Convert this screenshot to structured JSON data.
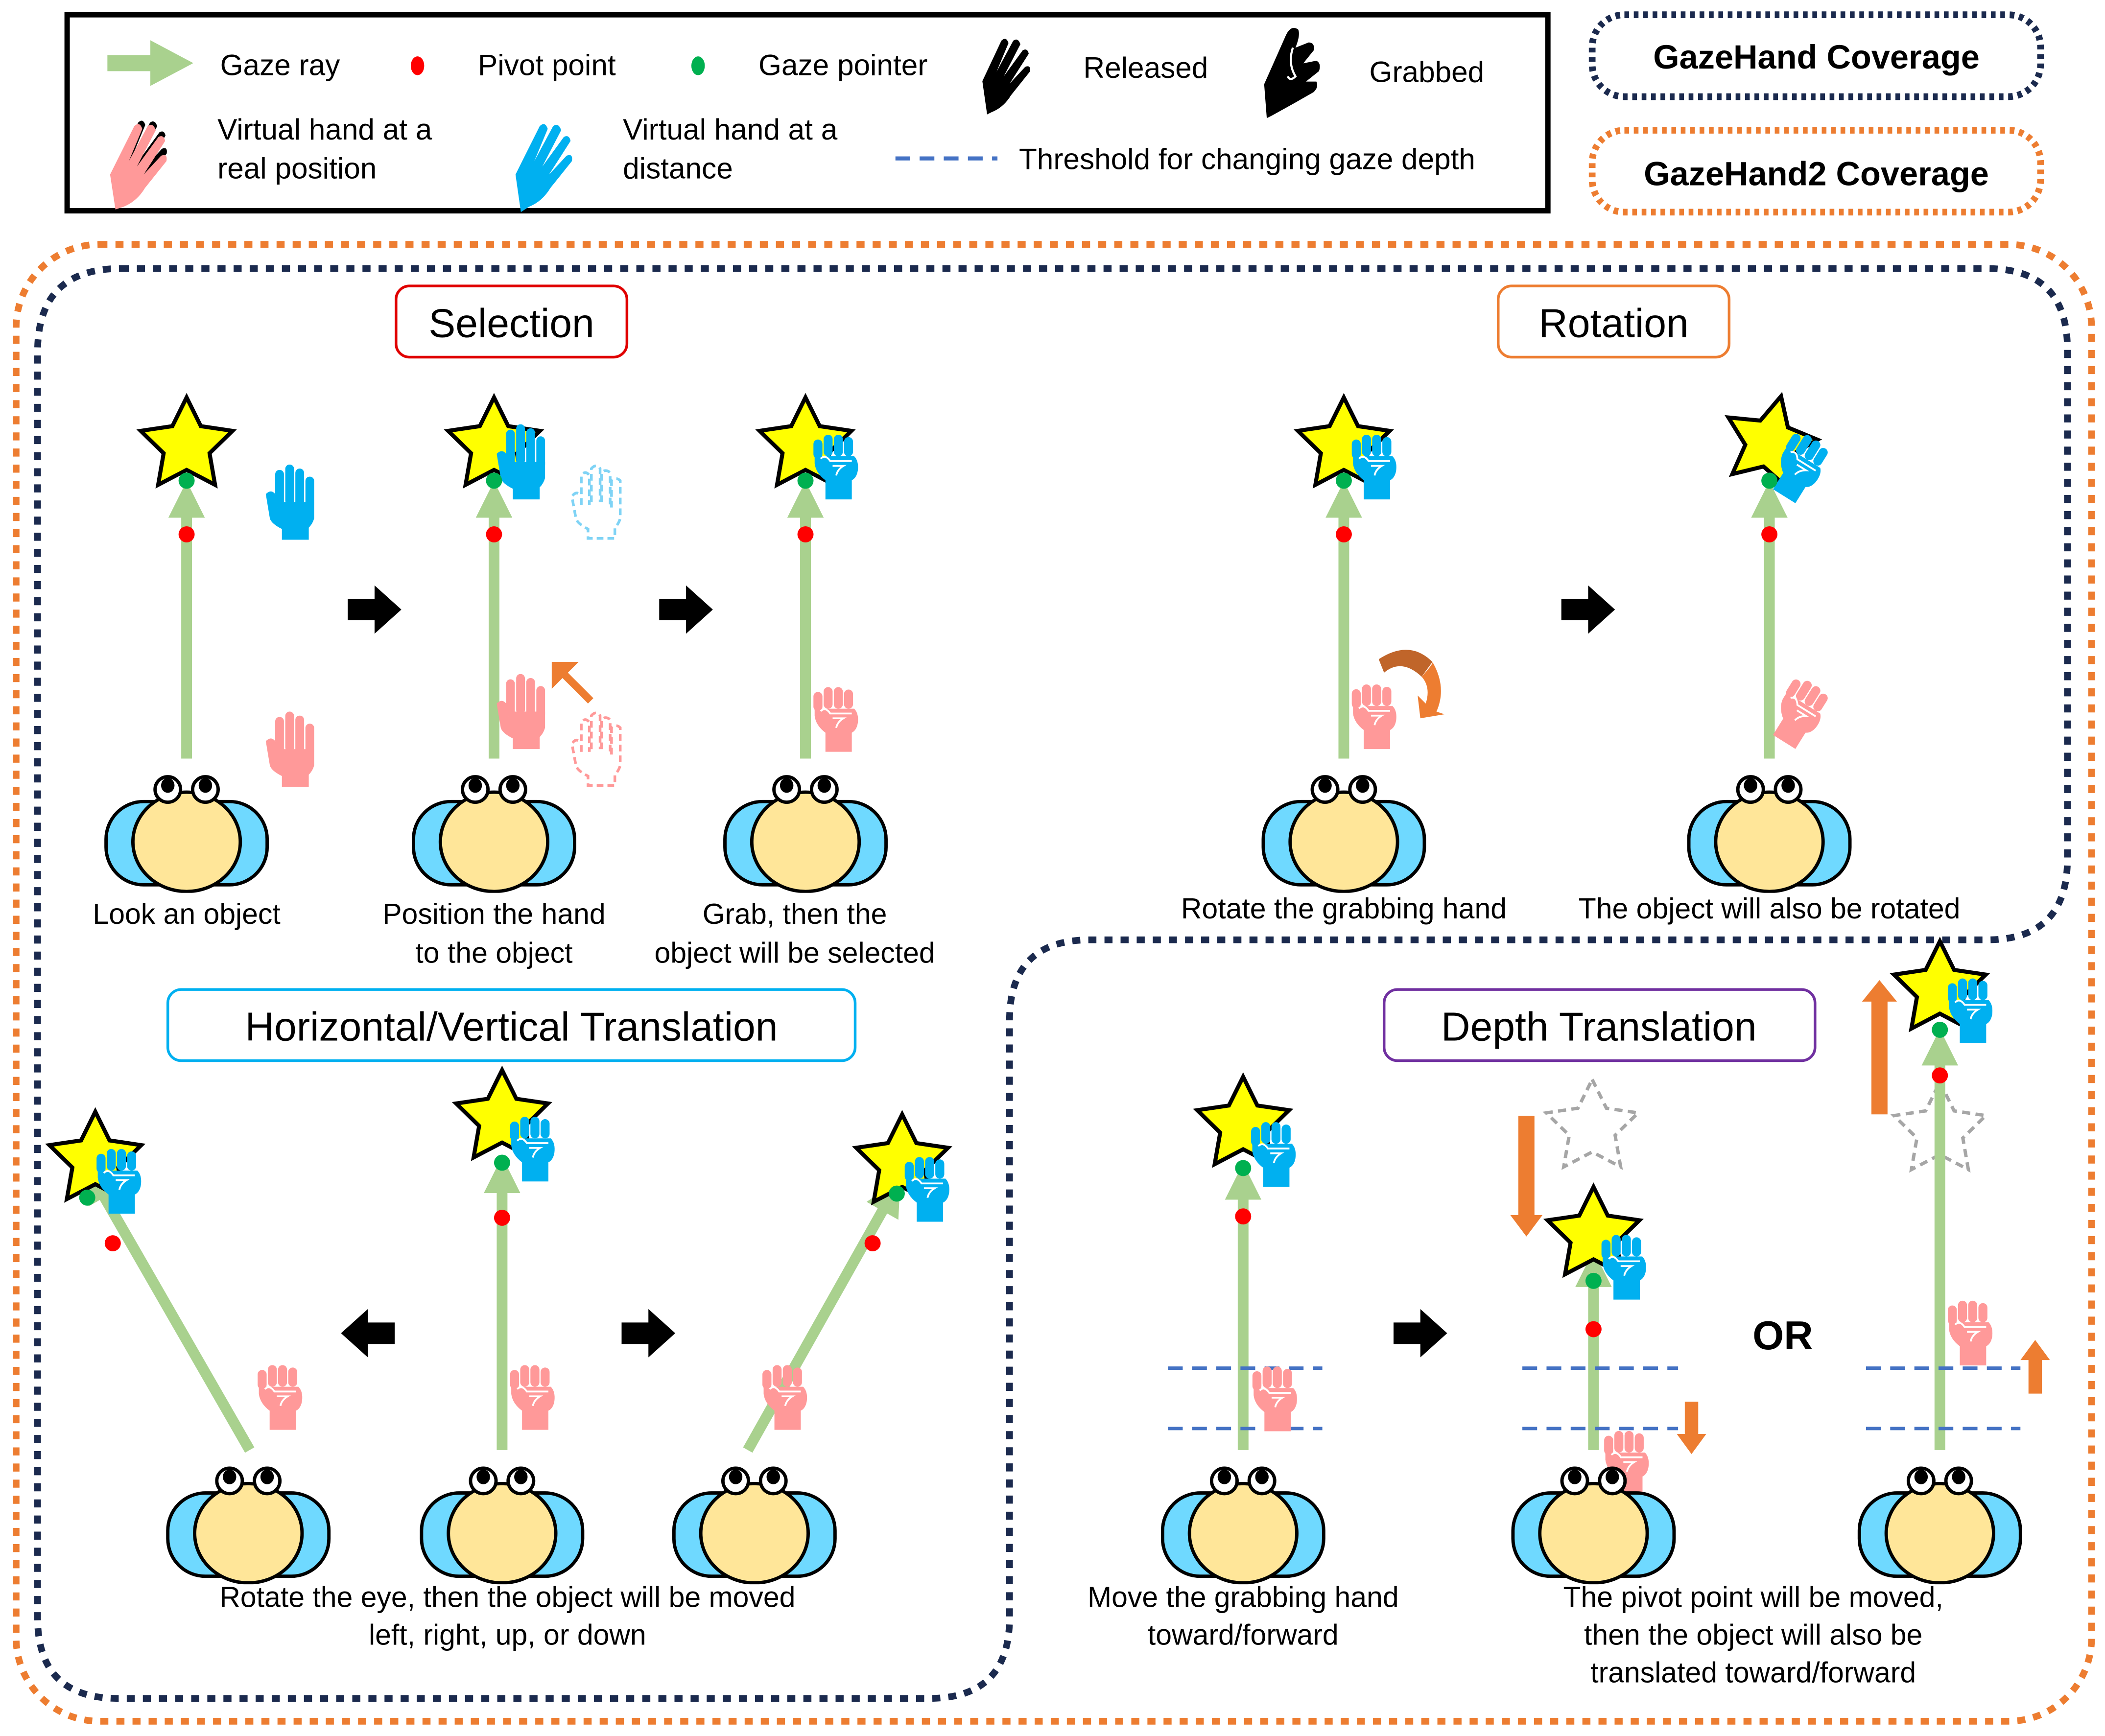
{
  "legend": {
    "gaze_ray": "Gaze ray",
    "pivot_point": "Pivot point",
    "gaze_pointer": "Gaze pointer",
    "released": "Released",
    "grabbed": "Grabbed",
    "hand_real_line1": "Virtual hand at a",
    "hand_real_line2": "real position",
    "hand_distance_line1": "Virtual hand at a",
    "hand_distance_line2": "distance",
    "threshold": "Threshold for changing gaze depth"
  },
  "coverage": {
    "gazehand": "GazeHand Coverage",
    "gazehand2": "GazeHand2 Coverage"
  },
  "sections": {
    "selection": {
      "title": "Selection",
      "steps": [
        {
          "lines": [
            "Look an object"
          ]
        },
        {
          "lines": [
            "Position the hand",
            "to the object"
          ]
        },
        {
          "lines": [
            "Grab, then the",
            "object will be selected"
          ]
        }
      ]
    },
    "rotation": {
      "title": "Rotation",
      "steps": [
        {
          "lines": [
            "Rotate the grabbing hand"
          ]
        },
        {
          "lines": [
            "The object will also be rotated"
          ]
        }
      ]
    },
    "hv_translation": {
      "title": "Horizontal/Vertical Translation",
      "caption": [
        "Rotate the eye, then the object will be moved",
        "left, right, up, or down"
      ]
    },
    "depth_translation": {
      "title": "Depth Translation",
      "or_label": "OR",
      "captions": [
        {
          "lines": [
            "Move the grabbing hand",
            "toward/forward"
          ]
        },
        {
          "lines": [
            "The pivot point will be moved,",
            "then the object will also be",
            "translated toward/forward"
          ]
        }
      ]
    }
  },
  "colors": {
    "gaze_ray": "#A9D18E",
    "pivot_point": "#FF0000",
    "gaze_pointer": "#00B050",
    "hand_real": "#FF9999",
    "hand_distance": "#00B0F0",
    "threshold": "#4472C4",
    "gazehand_frame": "#1B2A4E",
    "gazehand2_frame": "#ED7D31",
    "selection_border": "#E00000",
    "rotation_border": "#ED7D31",
    "hv_border": "#00B0F0",
    "depth_border": "#7030A0",
    "star": "#FFFF00",
    "head": "#FFE699",
    "ear": "#6FD9FF",
    "motion_arrow": "#ED7D31"
  }
}
